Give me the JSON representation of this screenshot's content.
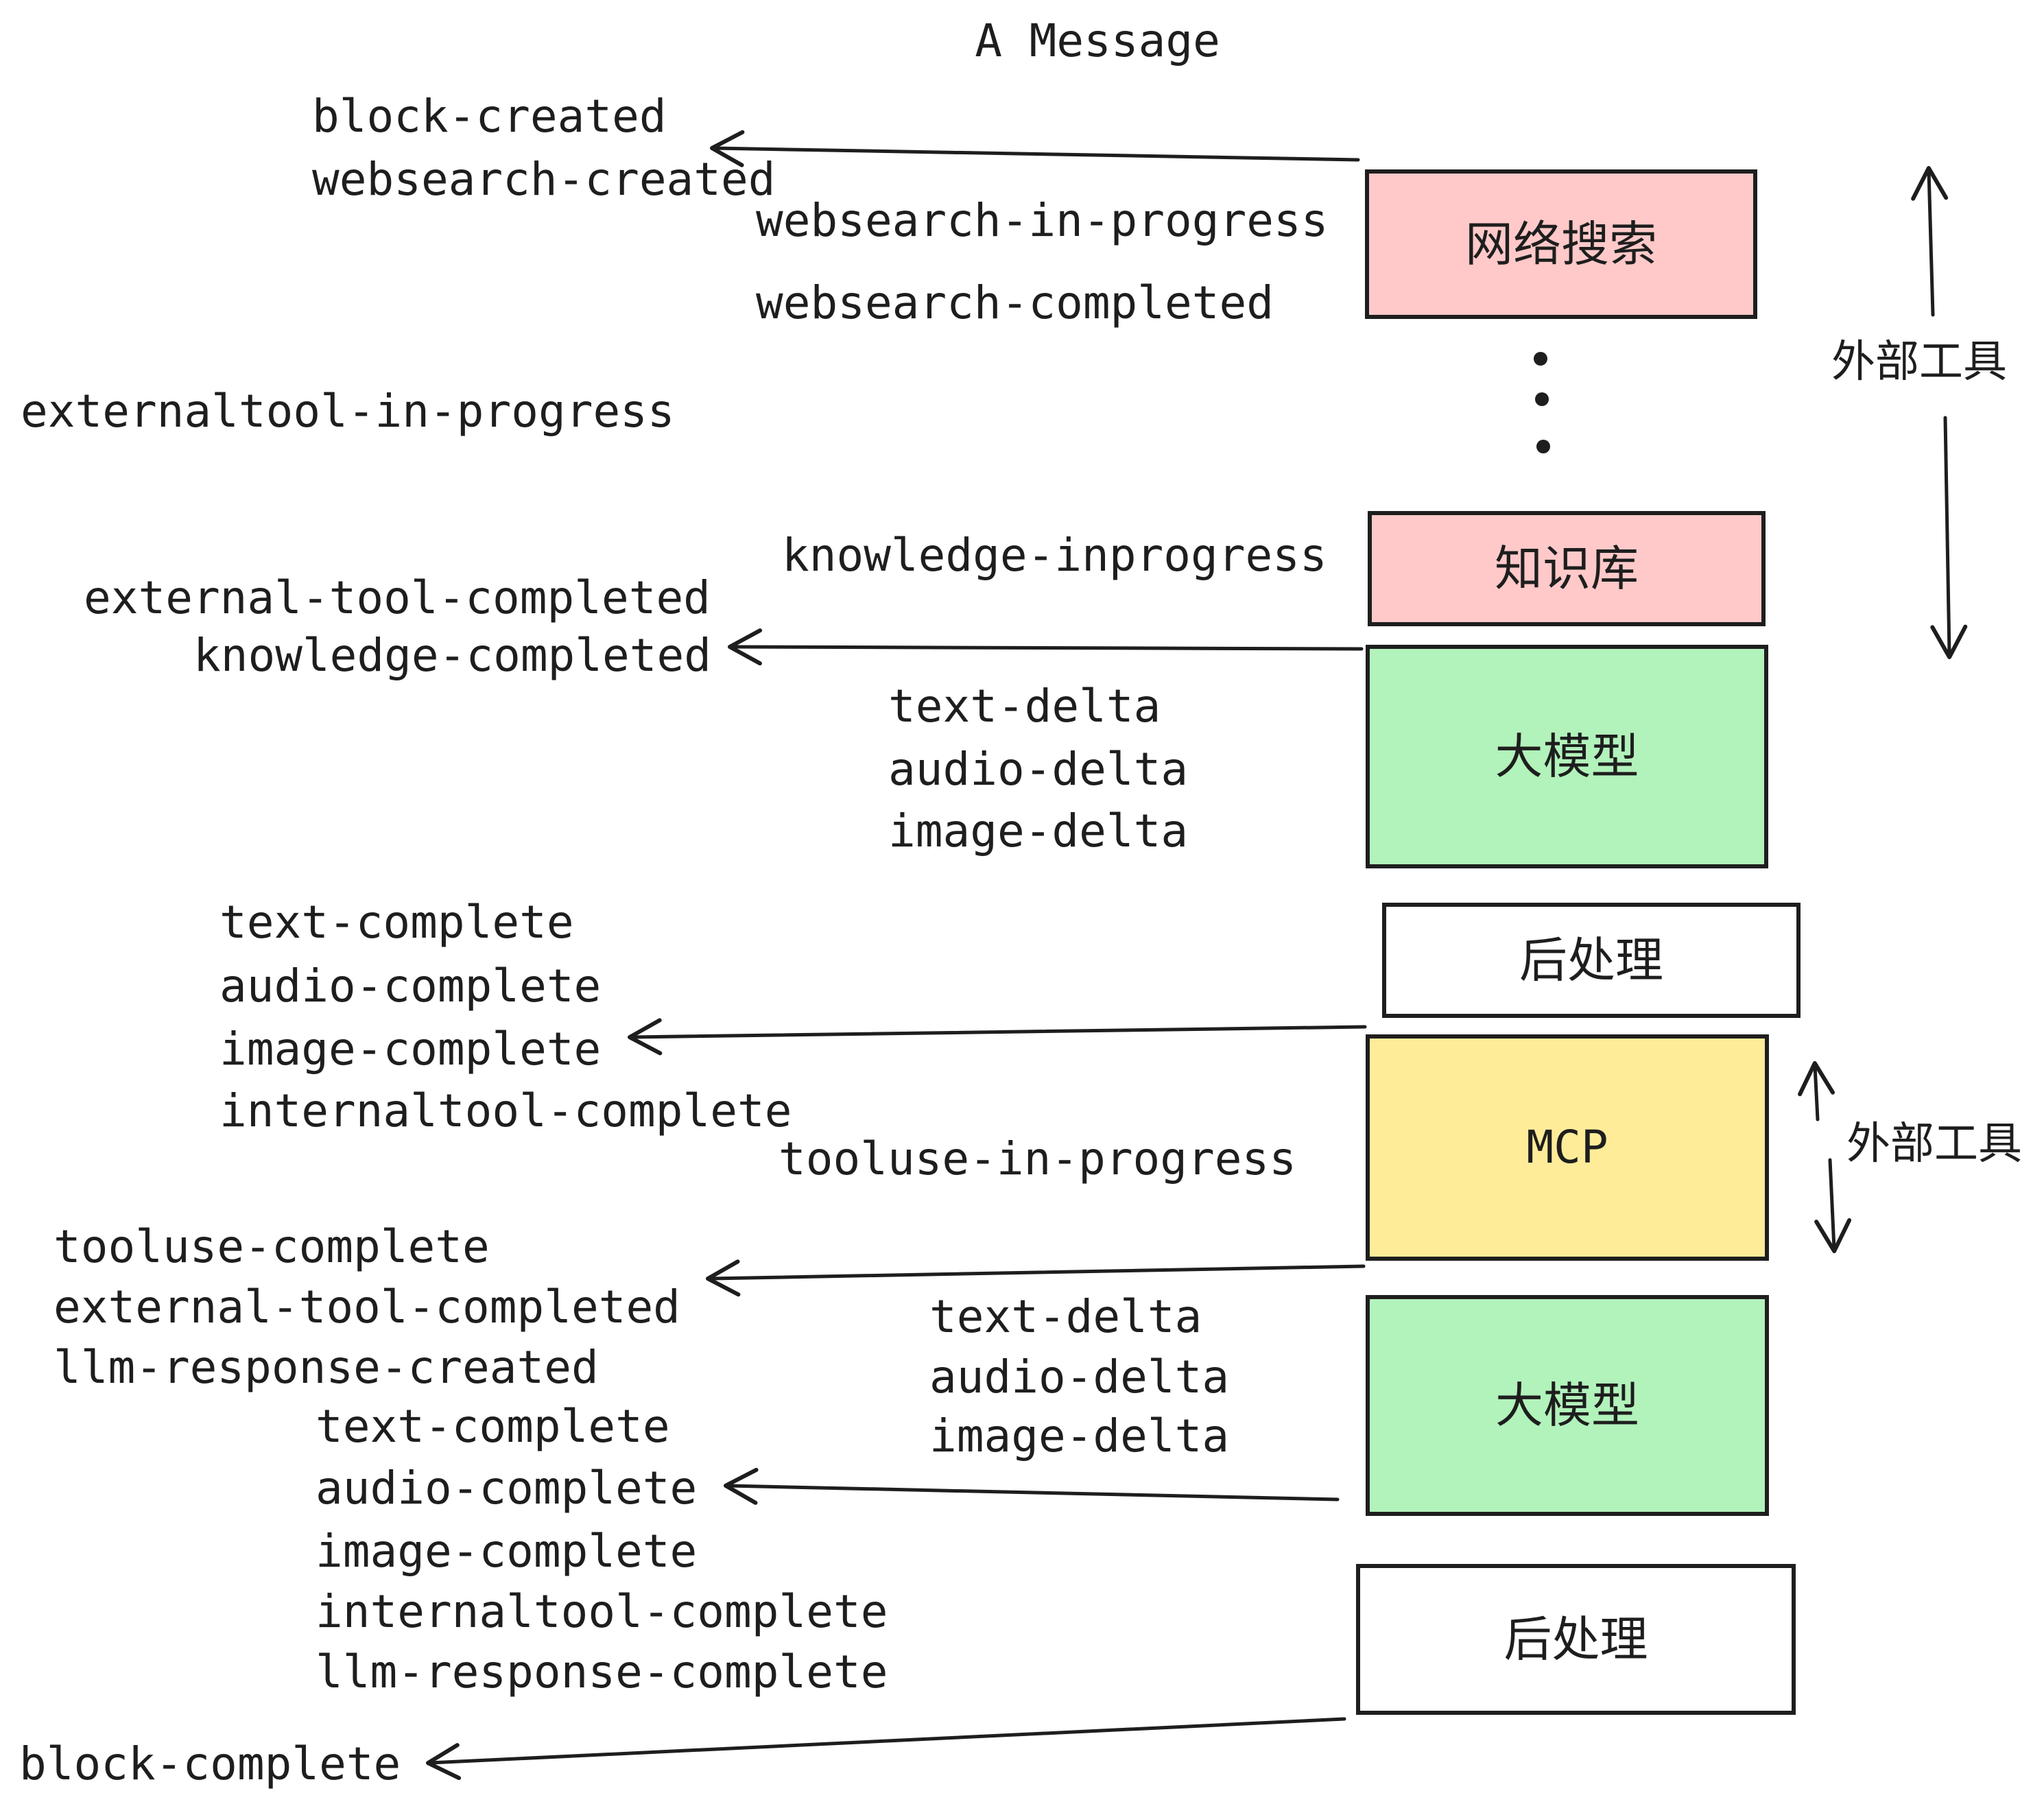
{
  "title": "A Message",
  "colors": {
    "background": "#ffffff",
    "stroke": "#1e1e1e",
    "box_pink": "#ffc9c9",
    "box_green": "#b2f2bb",
    "box_yellow": "#ffec99",
    "box_white": "#ffffff"
  },
  "icons": {
    "vertical_ellipsis": "vertical-ellipsis",
    "arrow_left": "left-arrow",
    "arrow_up": "up-arrow",
    "arrow_down": "down-arrow"
  },
  "boxes": [
    {
      "label": "网络搜索"
    },
    {
      "label": "知识库"
    },
    {
      "label": "大模型"
    },
    {
      "label": "后处理"
    },
    {
      "label": "MCP"
    },
    {
      "label": "大模型"
    },
    {
      "label": "后处理"
    }
  ],
  "side_labels": [
    {
      "text": "外部工具"
    },
    {
      "text": "外部工具"
    }
  ],
  "events": [
    {
      "text": "block-created"
    },
    {
      "text": "websearch-created"
    },
    {
      "text": "websearch-in-progress"
    },
    {
      "text": "websearch-completed"
    },
    {
      "text": "externaltool-in-progress"
    },
    {
      "text": "knowledge-inprogress"
    },
    {
      "text": "external-tool-completed"
    },
    {
      "text": "knowledge-completed"
    },
    {
      "text": "text-delta"
    },
    {
      "text": "audio-delta"
    },
    {
      "text": "image-delta"
    },
    {
      "text": "text-complete"
    },
    {
      "text": "audio-complete"
    },
    {
      "text": "image-complete"
    },
    {
      "text": "internaltool-complete"
    },
    {
      "text": "tooluse-in-progress"
    },
    {
      "text": "tooluse-complete"
    },
    {
      "text": "external-tool-completed"
    },
    {
      "text": "llm-response-created"
    },
    {
      "text": "text-complete"
    },
    {
      "text": "audio-complete"
    },
    {
      "text": "image-complete"
    },
    {
      "text": "internaltool-complete"
    },
    {
      "text": "llm-response-complete"
    },
    {
      "text": "block-complete"
    },
    {
      "text": "text-delta"
    },
    {
      "text": "audio-delta"
    },
    {
      "text": "image-delta"
    }
  ]
}
